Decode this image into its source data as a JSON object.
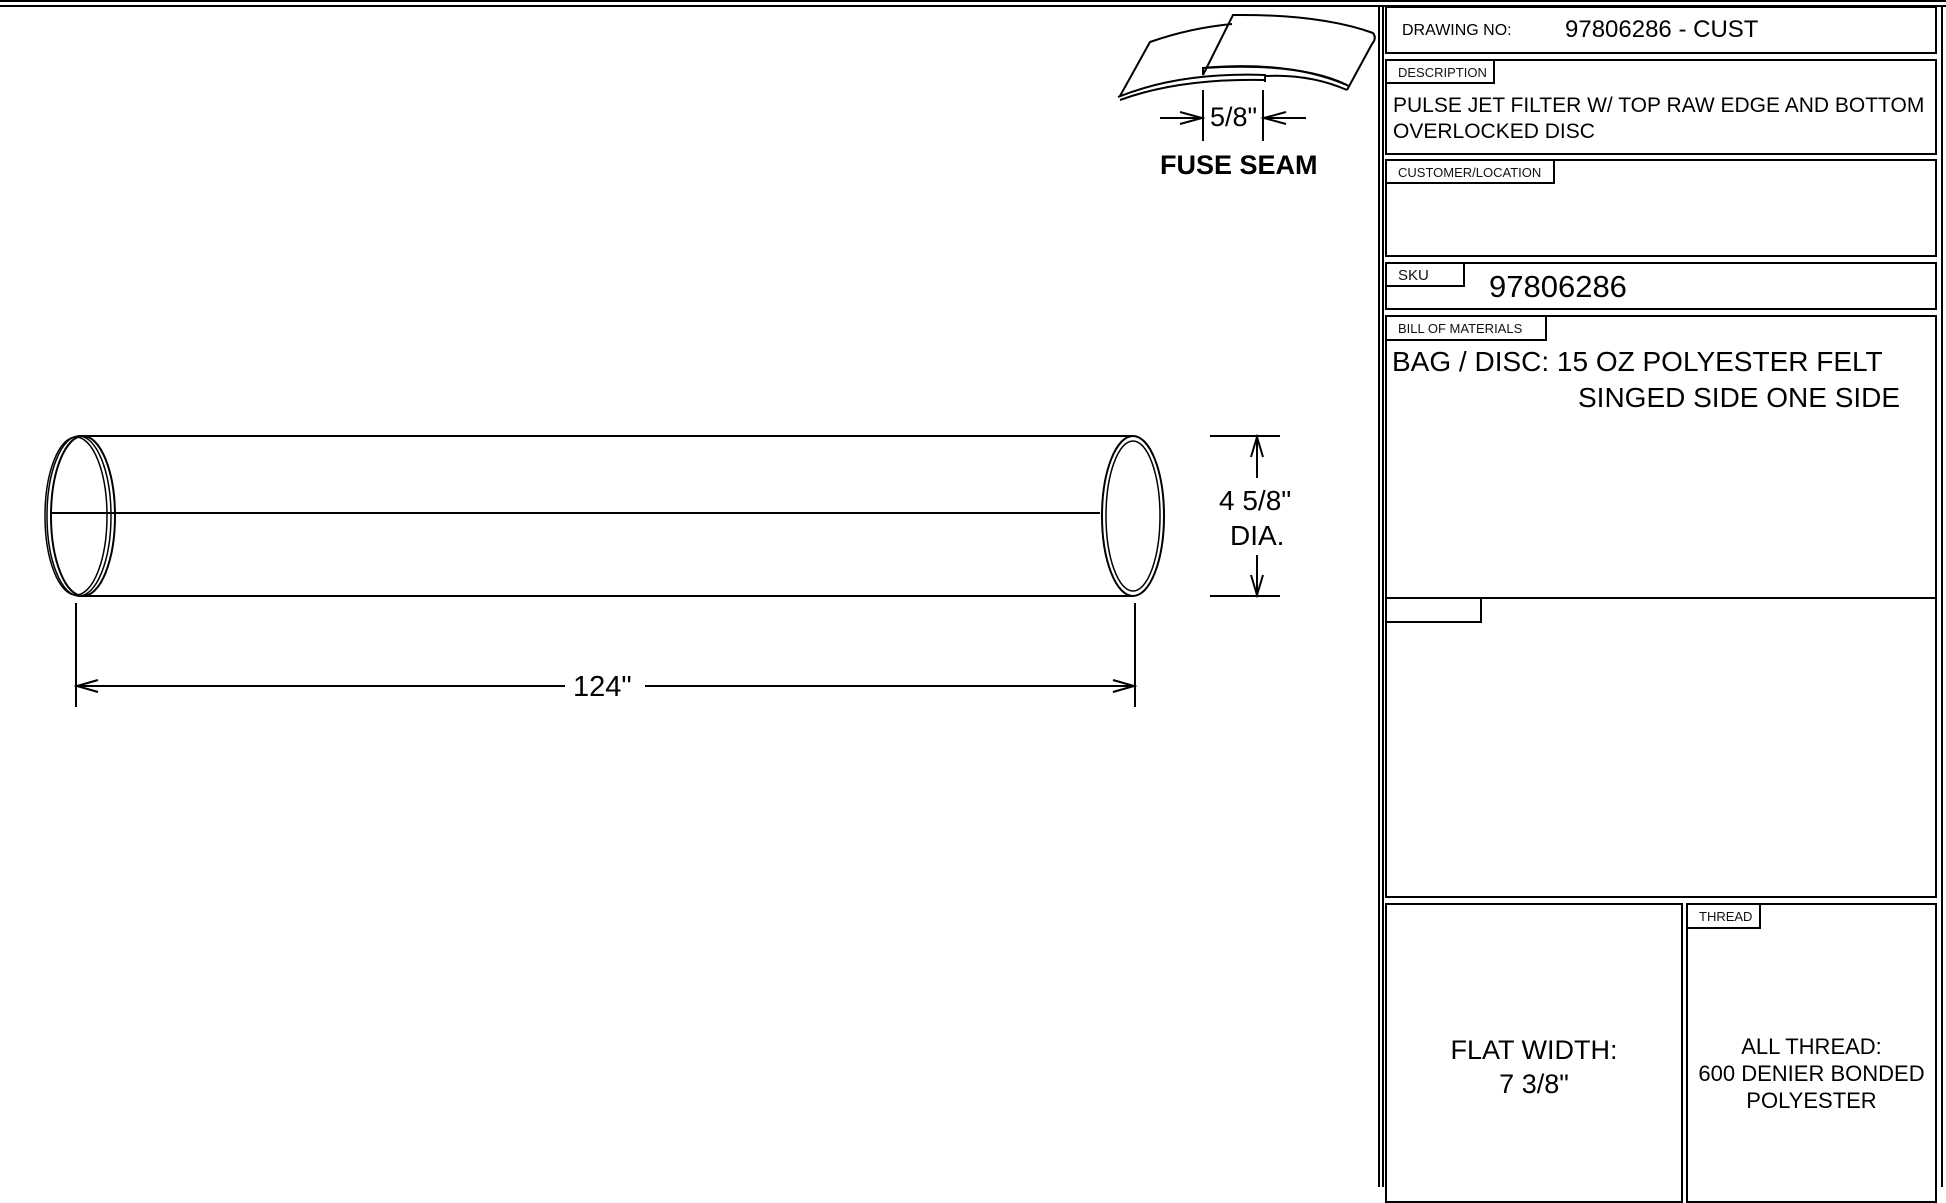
{
  "title_block": {
    "drawing_no_label": "DRAWING NO:",
    "drawing_no_value": "97806286 - CUST",
    "description_label": "DESCRIPTION",
    "description_line1": "PULSE JET FILTER W/ TOP RAW EDGE AND BOTTOM",
    "description_line2": "OVERLOCKED DISC",
    "customer_label": "CUSTOMER/LOCATION",
    "customer_value": "",
    "sku_label": "SKU",
    "sku_value": "97806286",
    "bom_label": "BILL OF MATERIALS",
    "bom_line1": "BAG / DISC: 15 OZ POLYESTER FELT",
    "bom_line2": "SINGED SIDE ONE SIDE",
    "blank_section_label": "",
    "flat_width_line1": "FLAT WIDTH:",
    "flat_width_line2": "7 3/8\"",
    "thread_label": "THREAD",
    "thread_line1": "ALL THREAD:",
    "thread_line2": "600 DENIER BONDED",
    "thread_line3": "POLYESTER"
  },
  "drawing": {
    "seam_dimension": "5/8\"",
    "seam_caption": "FUSE SEAM",
    "length_dimension": "124\"",
    "diameter_dimension": "4 5/8\"",
    "diameter_suffix": "DIA."
  }
}
